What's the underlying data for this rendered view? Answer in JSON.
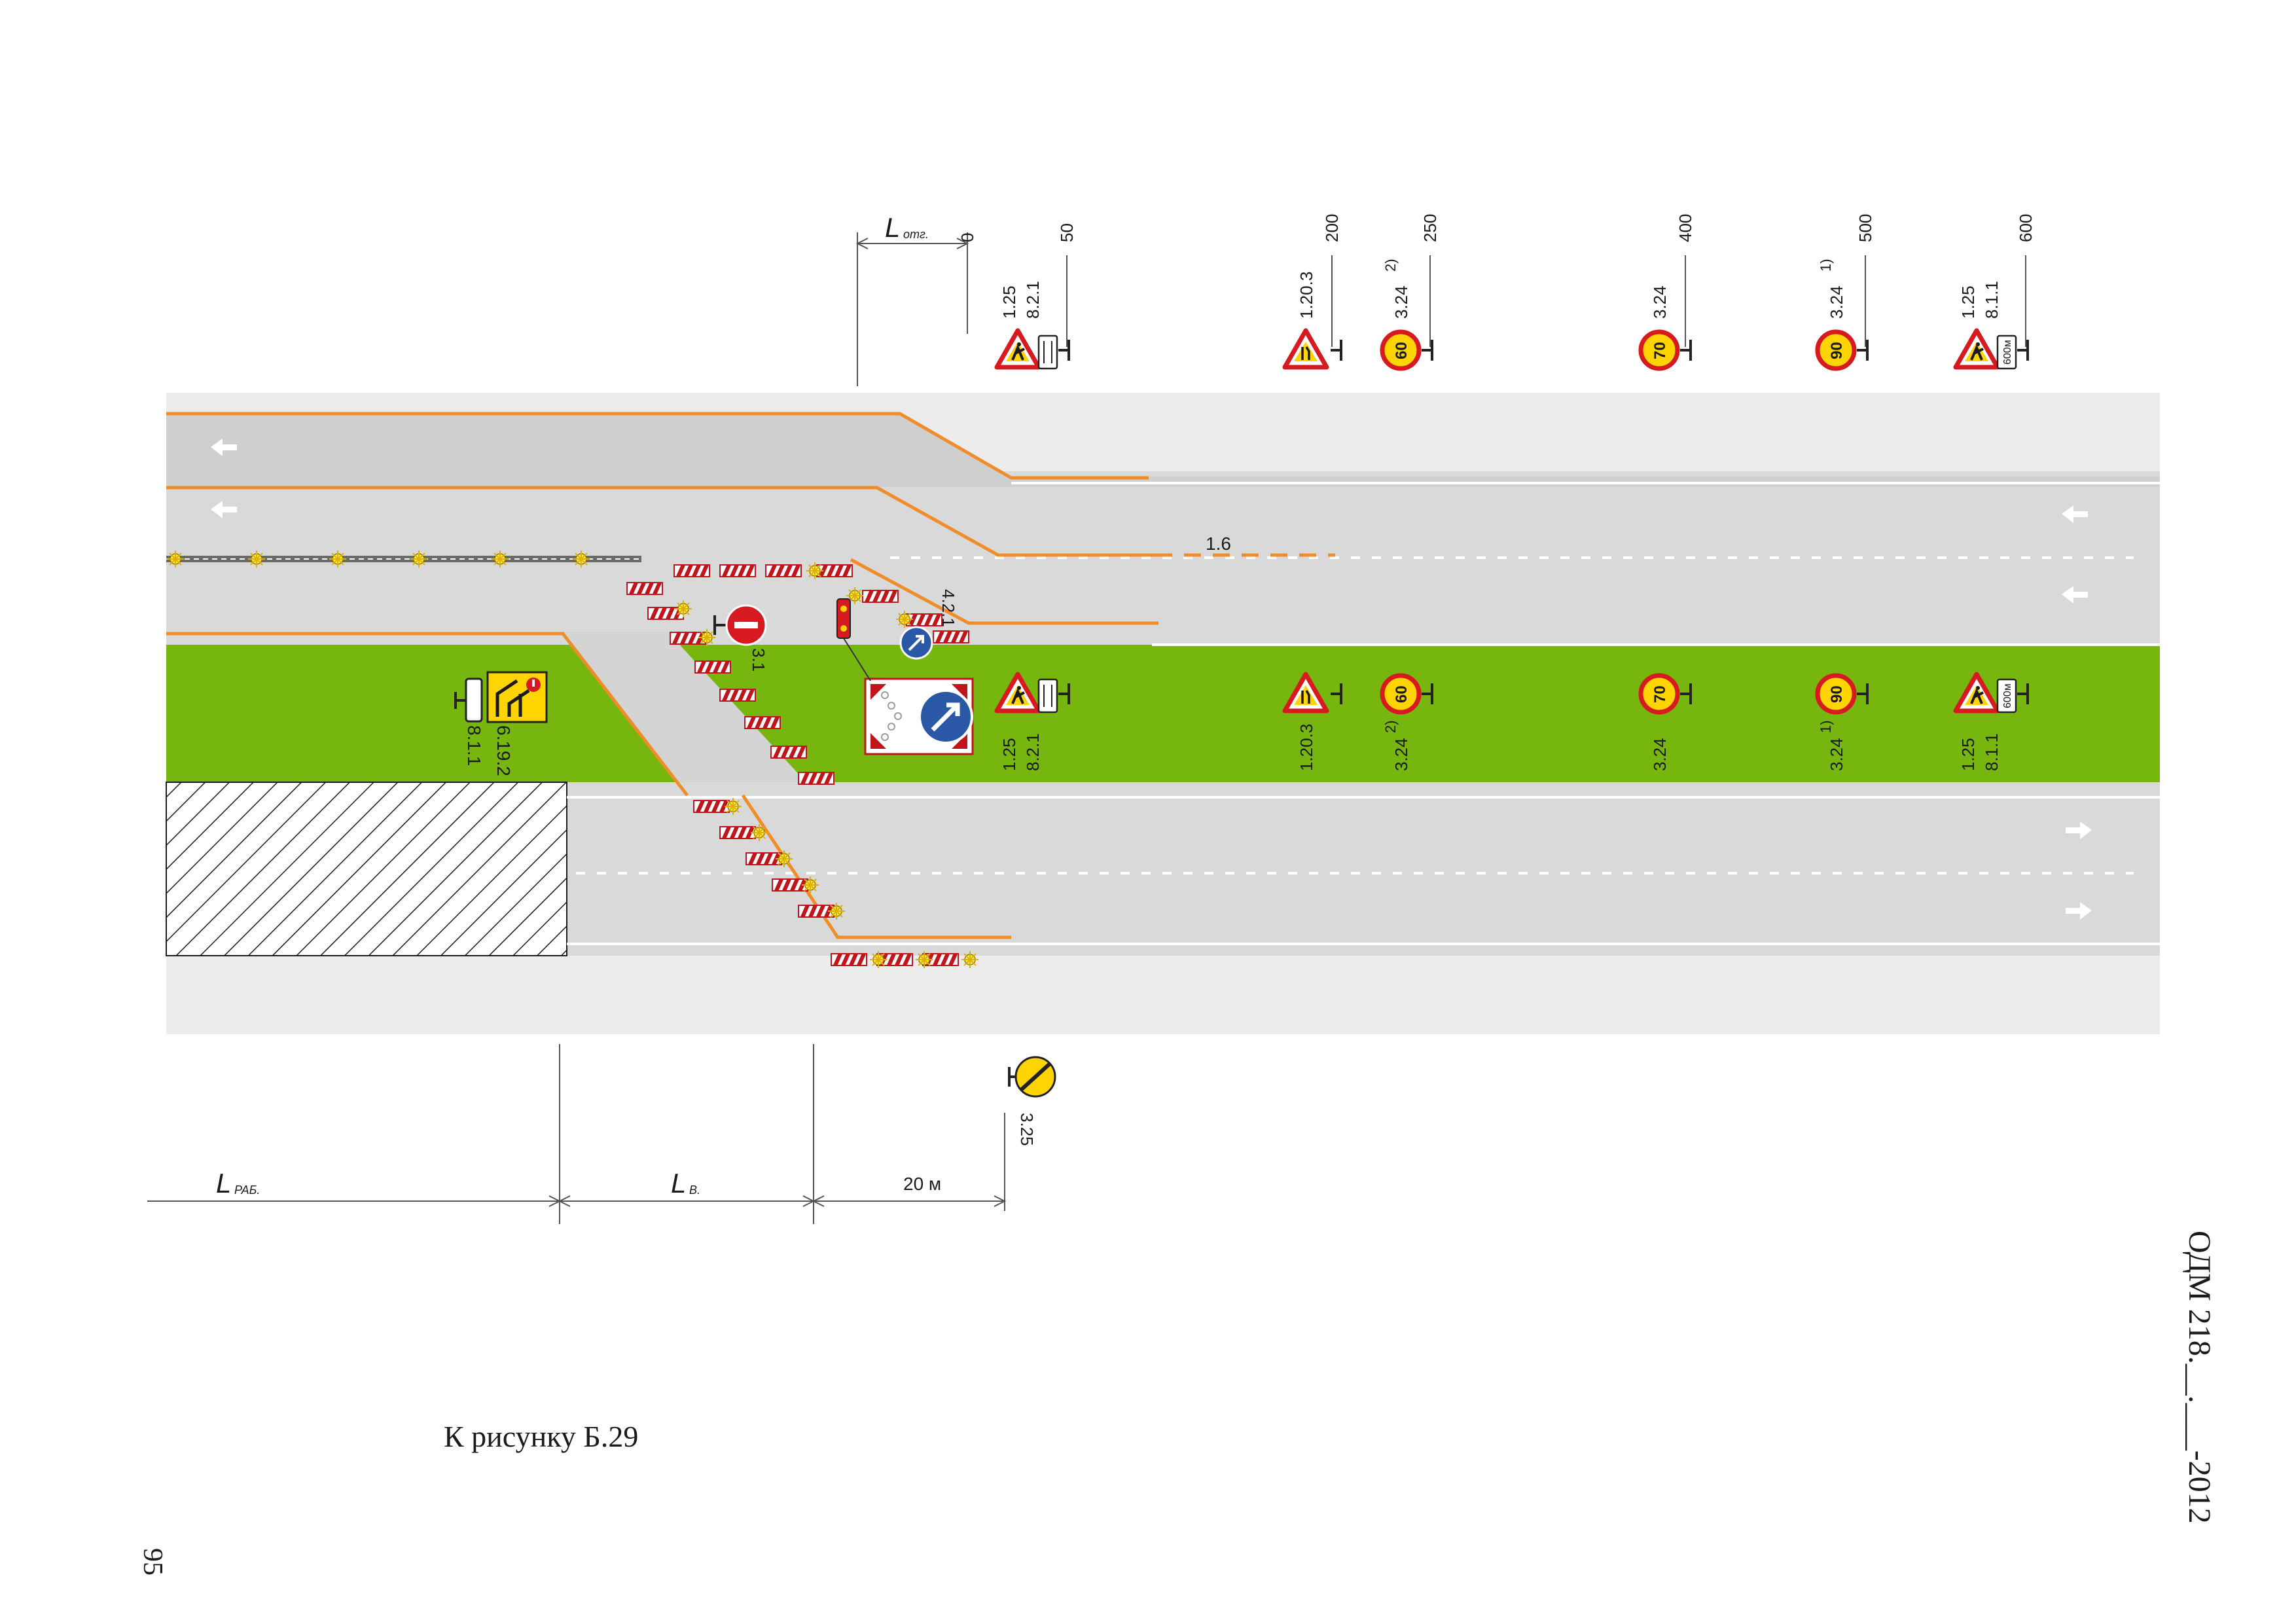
{
  "page": {
    "caption": "К рисунку Б.29",
    "page_number": "95",
    "doc_code": "ОДМ 218.__.___-2012"
  },
  "colors": {
    "road": "#d9d9d9",
    "shoulder": "#ececec",
    "median": "#77b60f",
    "orange_line": "#f08c2a",
    "sign_red": "#d71920",
    "sign_yellow": "#ffd400",
    "sign_blue": "#2a58a6"
  },
  "dimensions": {
    "l_otg": "L",
    "l_otg_sub": "отг.",
    "l_rab": "L",
    "l_rab_sub": "РАБ.",
    "l_v": "L",
    "l_v_sub": "В.",
    "gap_label": "20 м"
  },
  "distance_marks": [
    "0",
    "50",
    "200",
    "250",
    "400",
    "500",
    "600"
  ],
  "marking_label": "1.6",
  "top_signs": [
    {
      "type": "roadworks",
      "plate": "arrows",
      "codes": [
        "1.25",
        "8.2.1"
      ],
      "dist": "50"
    },
    {
      "type": "narrowing",
      "codes": [
        "1.20.3"
      ],
      "dist": "200"
    },
    {
      "type": "speed",
      "value": "60",
      "codes": [
        "3.24"
      ],
      "note": "2)",
      "dist": "250"
    },
    {
      "type": "speed",
      "value": "70",
      "codes": [
        "3.24"
      ],
      "dist": "400"
    },
    {
      "type": "speed",
      "value": "90",
      "codes": [
        "3.24"
      ],
      "note": "1)",
      "dist": "500"
    },
    {
      "type": "roadworks",
      "plate": "600м",
      "codes": [
        "1.25",
        "8.1.1"
      ],
      "dist": "600"
    }
  ],
  "median_signs": [
    {
      "type": "roadworks",
      "plate": "arrows",
      "codes": [
        "1.25",
        "8.2.1"
      ]
    },
    {
      "type": "narrowing",
      "codes": [
        "1.20.3"
      ]
    },
    {
      "type": "speed",
      "value": "60",
      "codes": [
        "3.24"
      ],
      "note": "2)"
    },
    {
      "type": "speed",
      "value": "70",
      "codes": [
        "3.24"
      ]
    },
    {
      "type": "speed",
      "value": "90",
      "codes": [
        "3.24"
      ],
      "note": "1)"
    },
    {
      "type": "roadworks",
      "plate": "600м",
      "codes": [
        "1.25",
        "8.1.1"
      ]
    }
  ],
  "detour_sign": {
    "codes": [
      "6.19.2",
      "8.1.1"
    ]
  },
  "no_entry_sign": {
    "code": "3.1"
  },
  "keep_right_sign": {
    "code": "4.2.1"
  },
  "end_limits_sign": {
    "code": "3.25"
  }
}
